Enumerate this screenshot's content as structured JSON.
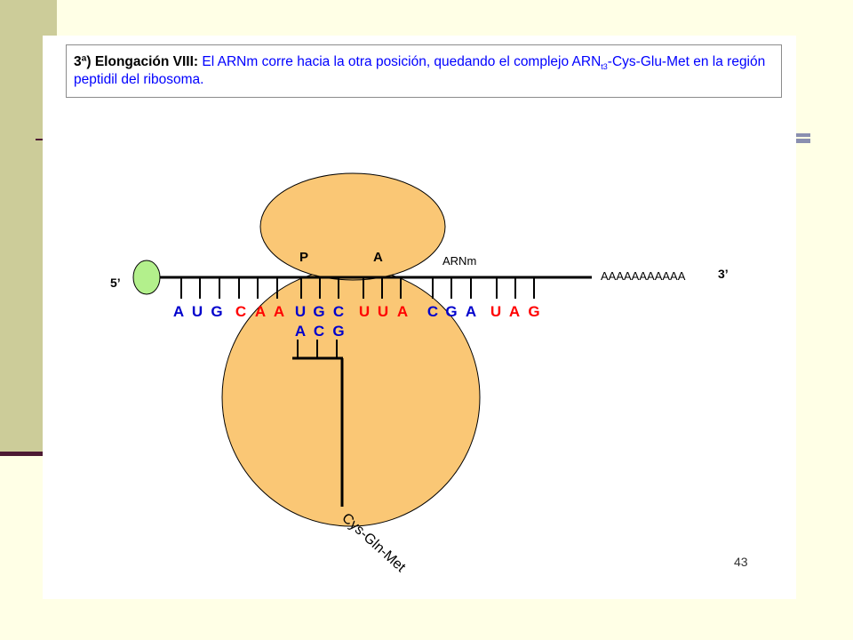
{
  "caption": {
    "heading": "3ª) Elongación VIII:",
    "text_part1": " El ARNm corre hacia la otra posición, quedando el complejo ARN",
    "text_sub": "t3",
    "text_part2": "-Cys-Glu-Met en la región peptidil del ribosoma."
  },
  "diagram": {
    "five_prime": "5’",
    "three_prime": "3’",
    "poly_a_tail": "AAAAAAAAAAA",
    "mrna_label": "ARNm",
    "site_p": "P",
    "site_a": "A",
    "mrna_bases": [
      {
        "base": "A",
        "color": "#0000CC"
      },
      {
        "base": "U",
        "color": "#0000CC"
      },
      {
        "base": "G",
        "color": "#0000CC"
      },
      {
        "base": "C",
        "color": "#FF0000"
      },
      {
        "base": "A",
        "color": "#FF0000"
      },
      {
        "base": "A",
        "color": "#FF0000"
      },
      {
        "base": "U",
        "color": "#0000CC"
      },
      {
        "base": "G",
        "color": "#0000CC"
      },
      {
        "base": "C",
        "color": "#0000CC"
      },
      {
        "base": "U",
        "color": "#FF0000"
      },
      {
        "base": "U",
        "color": "#FF0000"
      },
      {
        "base": "A",
        "color": "#FF0000"
      },
      {
        "base": "C",
        "color": "#0000CC"
      },
      {
        "base": "G",
        "color": "#0000CC"
      },
      {
        "base": "A",
        "color": "#0000CC"
      },
      {
        "base": "U",
        "color": "#FF0000"
      },
      {
        "base": "A",
        "color": "#FF0000"
      },
      {
        "base": "G",
        "color": "#FF0000"
      }
    ],
    "anticodon": [
      {
        "base": "A",
        "color": "#0000CC"
      },
      {
        "base": "C",
        "color": "#0000CC"
      },
      {
        "base": "G",
        "color": "#0000CC"
      }
    ],
    "peptide_label": "Cys-Gln-Met"
  },
  "slide_number": "43",
  "colors": {
    "ribosome": "#FAC775",
    "cap": "#B3F08C",
    "codon_blue": "#0000CC",
    "codon_red": "#FF0000",
    "caption_text": "#0000FF"
  }
}
